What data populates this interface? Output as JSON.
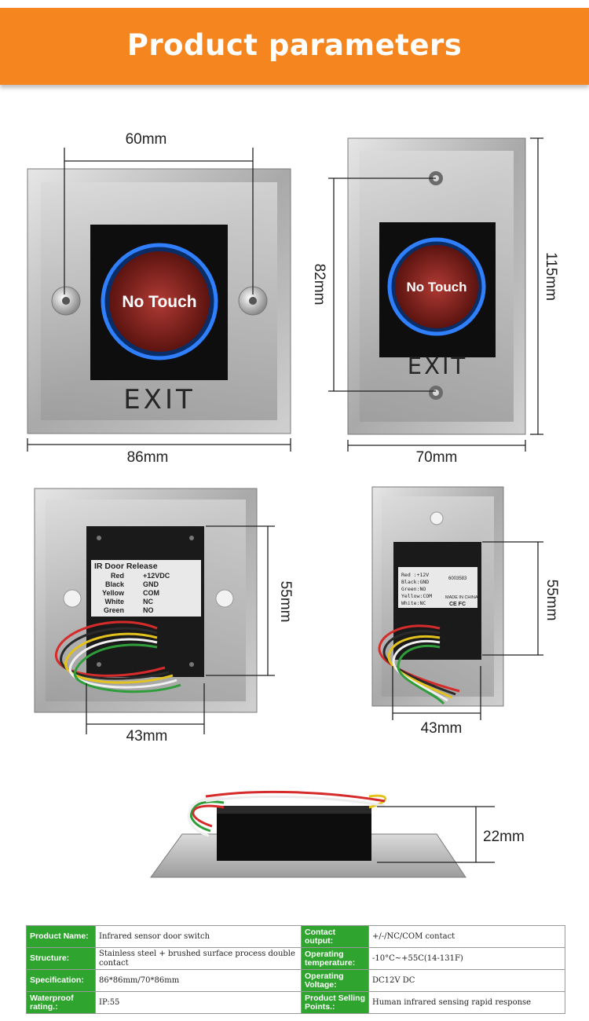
{
  "banner": {
    "title": "Product parameters",
    "color": "#f5851f"
  },
  "front": {
    "square": {
      "label_button": "No Touch",
      "label_exit": "EXIT",
      "dim_hole_spacing": "60mm",
      "dim_width": "86mm"
    },
    "rect": {
      "label_button": "No Touch",
      "label_exit": "EXIT",
      "dim_hole_spacing": "82mm",
      "dim_height": "115mm",
      "dim_width": "70mm"
    }
  },
  "back": {
    "square": {
      "sticker_title": "IR Door Release",
      "wires": [
        {
          "color": "Red",
          "function": "+12VDC"
        },
        {
          "color": "Black",
          "function": "GND"
        },
        {
          "color": "Yellow",
          "function": "COM"
        },
        {
          "color": "White",
          "function": "NC"
        },
        {
          "color": "Green",
          "function": "NO"
        }
      ],
      "dim_height": "55mm",
      "dim_width": "43mm"
    },
    "rect": {
      "sticker_lines": [
        "Red :+12V",
        "Black:GND",
        "Green:NO",
        "Yellow:COM",
        "White:NC"
      ],
      "sticker_code": "6003583",
      "sticker_origin": "MADE IN CHINA",
      "sticker_marks": "CE FC",
      "dim_height": "55mm",
      "dim_width": "43mm"
    }
  },
  "side": {
    "dim_depth": "22mm"
  },
  "specs": {
    "rows": [
      [
        {
          "key": "Product Name:",
          "value": "Infrared sensor door switch"
        },
        {
          "key": "Contact output:",
          "value": "+/-/NC/COM contact"
        }
      ],
      [
        {
          "key": "Structure:",
          "value": "Stainless steel + brushed surface process double contact"
        },
        {
          "key": "Operating temperature:",
          "value": "-10°C~+55C(14-131F)"
        }
      ],
      [
        {
          "key": "Specification:",
          "value": "86*86mm/70*86mm"
        },
        {
          "key": "Operating Voltage:",
          "value": "DC12V DC"
        }
      ],
      [
        {
          "key": "Waterproof rating.:",
          "value": "IP:55"
        },
        {
          "key": "Product Selling Points.:",
          "value": "Human infrared sensing rapid response"
        }
      ]
    ]
  },
  "colors": {
    "key_cell": "#2fa52f",
    "ring": "#2f7fff",
    "button": "#8a2a26"
  }
}
